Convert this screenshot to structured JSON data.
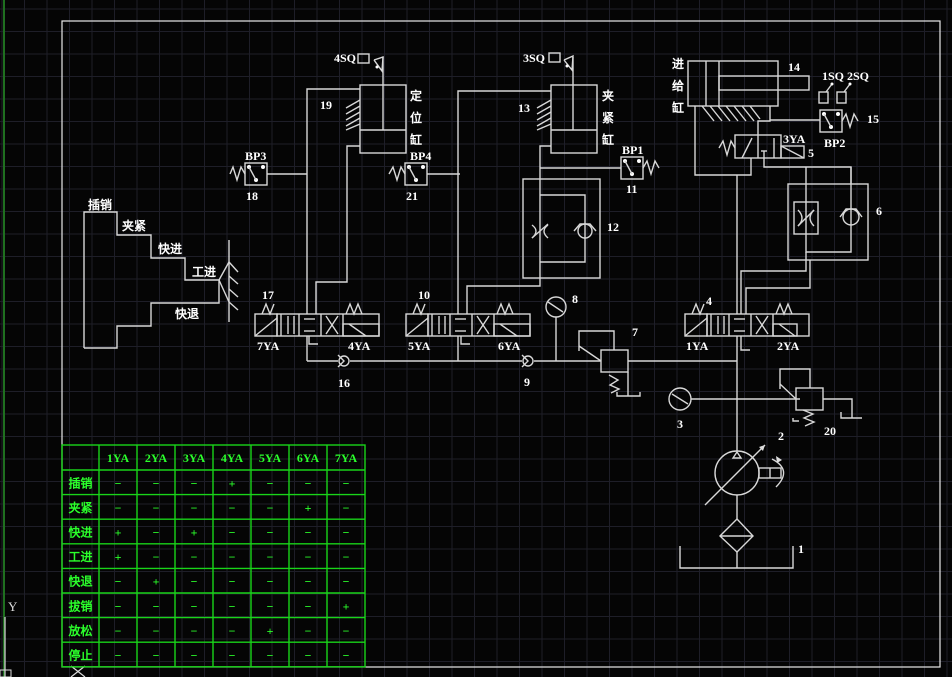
{
  "colors": {
    "background": "#050505",
    "grid": "#1e1e28",
    "lines": "#d8d8d8",
    "table": "#19d419",
    "table_text": "#2bff2b",
    "axis_left": "#1f6f1f"
  },
  "ucs_axis_label": "Y",
  "cycle_diagram": {
    "steps": [
      "插销",
      "夹紧",
      "快进",
      "工进",
      "快退"
    ]
  },
  "components": {
    "locating_cylinder": {
      "number": "19",
      "name": [
        "定",
        "位",
        "缸"
      ],
      "switch": "4SQ"
    },
    "clamping_cylinder": {
      "number": "13",
      "name": [
        "夹",
        "紧",
        "缸"
      ],
      "switch": "3SQ"
    },
    "feed_cylinder": {
      "number": "14",
      "name": [
        "进",
        "给",
        "缸"
      ],
      "switches": [
        "1SQ",
        "2SQ"
      ]
    },
    "pressure_relay_bp3": {
      "label": "BP3",
      "number": "18"
    },
    "pressure_relay_bp4": {
      "label": "BP4",
      "number": "21"
    },
    "pressure_relay_bp1": {
      "label": "BP1",
      "number": "11"
    },
    "pressure_relay_bp2": {
      "label": "BP2",
      "number": "15"
    },
    "throttle_check_valve_12": {
      "number": "12"
    },
    "throttle_check_valve_6": {
      "number": "6"
    },
    "solenoid_valve_5": {
      "number": "5",
      "coil": "3YA"
    },
    "directional_valve_17": {
      "number": "17",
      "left_coil": "7YA",
      "right_coil": "4YA"
    },
    "directional_valve_10": {
      "number": "10",
      "left_coil": "5YA",
      "right_coil": "6YA"
    },
    "directional_valve_4": {
      "number": "4",
      "left_coil": "1YA",
      "right_coil": "2YA"
    },
    "check_valve_16": {
      "number": "16"
    },
    "check_valve_9": {
      "number": "9"
    },
    "pressure_gauge_8": {
      "number": "8"
    },
    "pressure_reducing_valve_7": {
      "number": "7"
    },
    "pressure_gauge_3": {
      "number": "3"
    },
    "relief_valve_20": {
      "number": "20"
    },
    "pump_2": {
      "number": "2"
    },
    "tank_1": {
      "number": "1"
    }
  },
  "table": {
    "headers": [
      "",
      "1YA",
      "2YA",
      "3YA",
      "4YA",
      "5YA",
      "6YA",
      "7YA"
    ],
    "rows": [
      {
        "action": "插销",
        "values": [
          "−",
          "−",
          "−",
          "+",
          "−",
          "−",
          "−"
        ]
      },
      {
        "action": "夹紧",
        "values": [
          "−",
          "−",
          "−",
          "−",
          "−",
          "+",
          "−"
        ]
      },
      {
        "action": "快进",
        "values": [
          "+",
          "−",
          "+",
          "−",
          "−",
          "−",
          "−"
        ]
      },
      {
        "action": "工进",
        "values": [
          "+",
          "−",
          "−",
          "−",
          "−",
          "−",
          "−"
        ]
      },
      {
        "action": "快退",
        "values": [
          "−",
          "+",
          "−",
          "−",
          "−",
          "−",
          "−"
        ]
      },
      {
        "action": "拔销",
        "values": [
          "−",
          "−",
          "−",
          "−",
          "−",
          "−",
          "+"
        ]
      },
      {
        "action": "放松",
        "values": [
          "−",
          "−",
          "−",
          "−",
          "+",
          "−",
          "−"
        ]
      },
      {
        "action": "停止",
        "values": [
          "−",
          "−",
          "−",
          "−",
          "−",
          "−",
          "−"
        ]
      }
    ]
  }
}
